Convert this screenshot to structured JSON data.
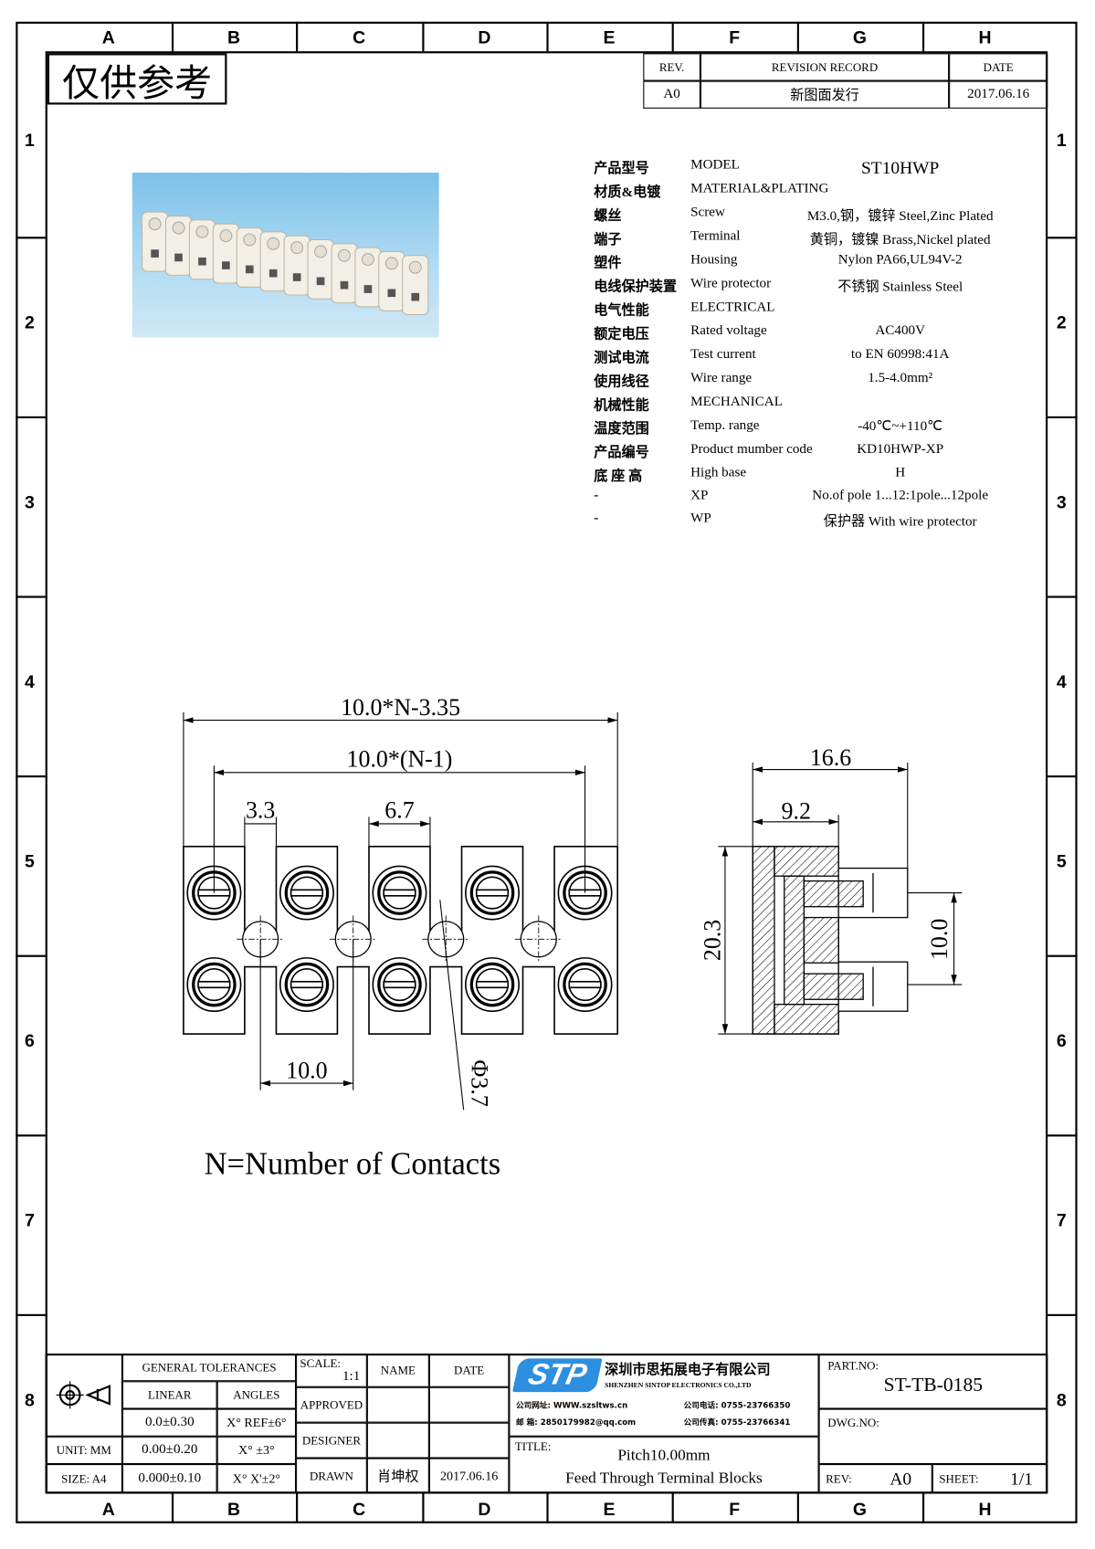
{
  "frame": {
    "columns": [
      "A",
      "B",
      "C",
      "D",
      "E",
      "F",
      "G",
      "H"
    ],
    "rows": [
      "1",
      "2",
      "3",
      "4",
      "5",
      "6",
      "7",
      "8"
    ],
    "stamp": "仅供参考"
  },
  "revision": {
    "headers": [
      "REV.",
      "REVISION RECORD",
      "DATE"
    ],
    "rows": [
      [
        "A0",
        "新图面发行",
        "2017.06.16"
      ]
    ]
  },
  "specs": [
    {
      "cn": "产品型号",
      "en": "MODEL",
      "val": "ST10HWP"
    },
    {
      "cn": "材质&电镀",
      "en": "MATERIAL&PLATING",
      "val": ""
    },
    {
      "cn": "螺丝",
      "en": "Screw",
      "val": "M3.0,钢，镀锌 Steel,Zinc Plated"
    },
    {
      "cn": "端子",
      "en": "Terminal",
      "val": "黄铜，镀镍 Brass,Nickel plated"
    },
    {
      "cn": "塑件",
      "en": "Housing",
      "val": "Nylon PA66,UL94V-2"
    },
    {
      "cn": "电线保护装置",
      "en": "Wire protector",
      "val": "不锈钢 Stainless Steel"
    },
    {
      "cn": "电气性能",
      "en": "ELECTRICAL",
      "val": ""
    },
    {
      "cn": "额定电压",
      "en": "Rated voltage",
      "val": "AC400V"
    },
    {
      "cn": "测试电流",
      "en": "Test current",
      "val": "to EN 60998:41A"
    },
    {
      "cn": "使用线径",
      "en": "Wire range",
      "val": "1.5-4.0mm²"
    },
    {
      "cn": "机械性能",
      "en": "MECHANICAL",
      "val": ""
    },
    {
      "cn": "温度范围",
      "en": "Temp. range",
      "val": "-40℃~+110℃"
    },
    {
      "cn": "产品编号",
      "en": "Product mumber code",
      "val": "KD10HWP-XP"
    },
    {
      "cn": "底 座 高",
      "en": "High base",
      "val": "H"
    },
    {
      "cn": "-",
      "en": "XP",
      "val": "No.of pole 1...12:1pole...12pole"
    },
    {
      "cn": "-",
      "en": "WP",
      "val": "保护器 With wire protector"
    }
  ],
  "dimensions": {
    "overall": "10.0*N-3.35",
    "pitch_span": "10.0*(N-1)",
    "slot": "3.3",
    "tab": "6.7",
    "pitch": "10.0",
    "hole": "Φ3.7",
    "depth": "16.6",
    "base_depth": "9.2",
    "height": "20.3",
    "row_spacing": "10.0"
  },
  "note": "N=Number of Contacts",
  "title_block": {
    "general_tolerances": "GENERAL TOLERANCES",
    "linear": "LINEAR",
    "angles": "ANGLES",
    "tol_rows": [
      [
        "0.0±0.30",
        "X° REF±6°"
      ],
      [
        "0.00±0.20",
        "X° ±3°"
      ],
      [
        "0.000±0.10",
        "X° X'±2°"
      ]
    ],
    "unit": "UNIT: MM",
    "size": "SIZE: A4",
    "scale_label": "SCALE:",
    "scale_value": "1:1",
    "name": "NAME",
    "date": "DATE",
    "approved": "APPROVED",
    "designer": "DESIGNER",
    "drawn": "DRAWN",
    "drawn_name": "肖坤权",
    "drawn_date": "2017.06.16",
    "company_logo": "STP",
    "company_cn": "深圳市思拓展电子有限公司",
    "company_en": "SHENZHEN SINTOP ELECTRONICS CO.,LTD",
    "contact": [
      "公司网址: WWW.szsltws.cn",
      "邮 箱: 2850179982@qq.com",
      "公司电话: 0755-23766350",
      "公司传真: 0755-23766341"
    ],
    "title_label": "TITLE:",
    "title_line1": "Pitch10.00mm",
    "title_line2": "Feed Through Terminal Blocks",
    "part_no_label": "PART.NO:",
    "part_no": "ST-TB-0185",
    "dwg_no_label": "DWG.NO:",
    "rev_label": "REV:",
    "rev": "A0",
    "sheet_label": "SHEET:",
    "sheet": "1/1",
    "logo_color": "#2d8fe0"
  }
}
